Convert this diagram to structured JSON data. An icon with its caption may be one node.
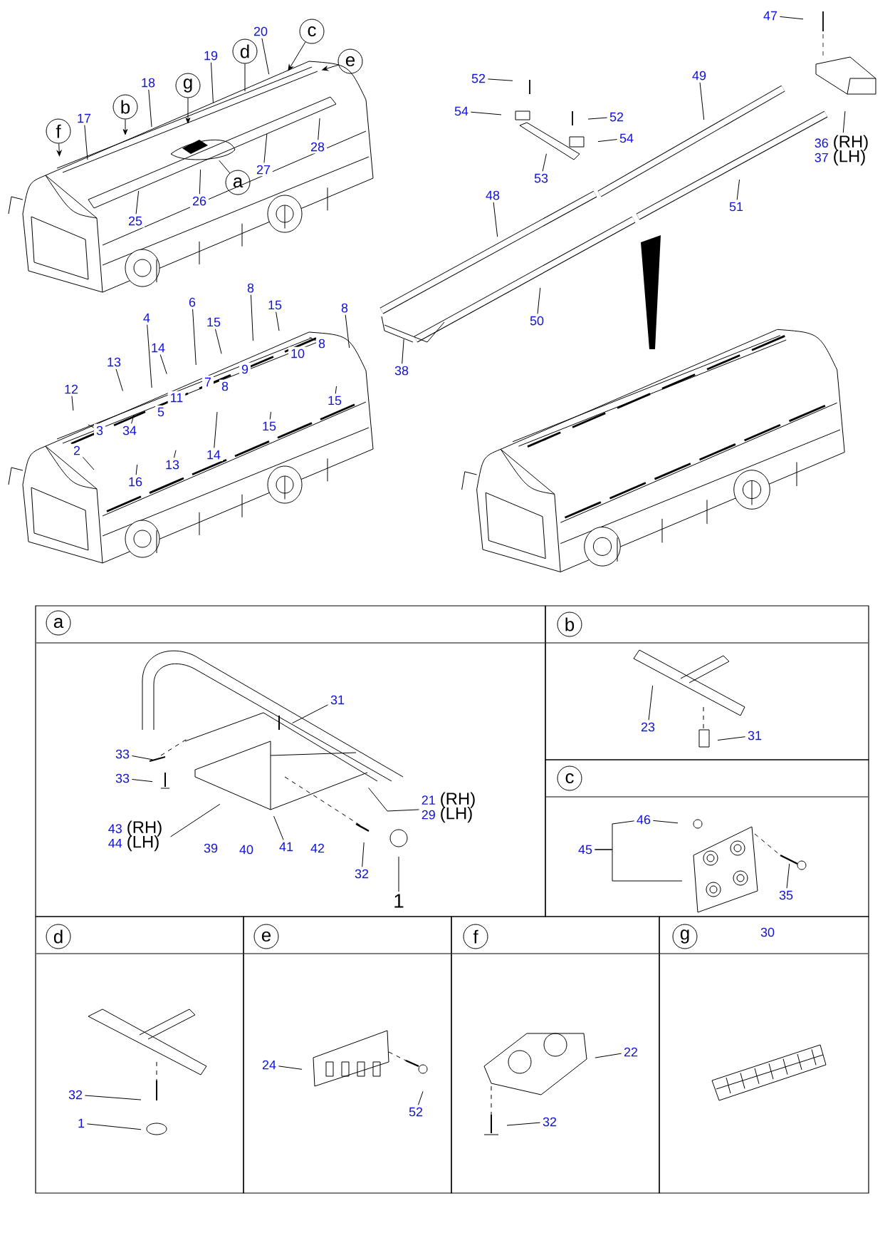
{
  "diagram": {
    "nodes": [
      {
        "text": [
          "f"
        ]
      },
      {
        "text": [
          "17"
        ]
      },
      {
        "text": [
          "b"
        ]
      },
      {
        "text": [
          "18"
        ]
      },
      {
        "text": [
          "g"
        ]
      },
      {
        "text": [
          "19"
        ]
      },
      {
        "text": [
          "d"
        ]
      },
      {
        "text": [
          "20"
        ]
      },
      {
        "text": [
          "c"
        ]
      },
      {
        "text": [
          "e"
        ]
      },
      {
        "text": [
          "25"
        ]
      },
      {
        "text": [
          "26"
        ]
      },
      {
        "text": [
          "a"
        ]
      },
      {
        "text": [
          "27"
        ]
      },
      {
        "text": [
          "28"
        ]
      },
      {
        "text": [
          "47"
        ]
      },
      {
        "text": [
          "52"
        ]
      },
      {
        "text": [
          "54"
        ]
      },
      {
        "text": [
          "52"
        ]
      },
      {
        "text": [
          "54"
        ]
      },
      {
        "text": [
          "53"
        ]
      },
      {
        "text": [
          "49"
        ]
      },
      {
        "text": [
          "48"
        ]
      },
      {
        "text": [
          "50"
        ]
      },
      {
        "text": [
          "51"
        ]
      },
      {
        "text": [
          "36",
          "(RH)",
          "37",
          "(LH)"
        ]
      },
      {
        "text": [
          "38"
        ]
      },
      {
        "text": [
          "4"
        ]
      },
      {
        "text": [
          "6"
        ]
      },
      {
        "text": [
          "8"
        ]
      },
      {
        "text": [
          "15"
        ]
      },
      {
        "text": [
          "8"
        ]
      },
      {
        "text": [
          "13"
        ]
      },
      {
        "text": [
          "14"
        ]
      },
      {
        "text": [
          "15"
        ]
      },
      {
        "text": [
          "12"
        ]
      },
      {
        "text": [
          "8"
        ]
      },
      {
        "text": [
          "34"
        ]
      },
      {
        "text": [
          "3"
        ]
      },
      {
        "text": [
          "2"
        ]
      },
      {
        "text": [
          "15"
        ]
      },
      {
        "text": [
          "15"
        ]
      },
      {
        "text": [
          "16"
        ]
      },
      {
        "text": [
          "13"
        ]
      },
      {
        "text": [
          "14"
        ]
      },
      {
        "text": [],
        "shape": "box"
      },
      {
        "text": [
          "a"
        ],
        "in": 45
      },
      {
        "text": [
          "31"
        ],
        "in": 45
      },
      {
        "text": [
          "33"
        ],
        "in": 45
      },
      {
        "text": [
          "33"
        ],
        "in": 45
      },
      {
        "text": [
          "43",
          "(RH)",
          "44",
          "(LH)"
        ],
        "in": 45
      },
      {
        "text": [
          "41"
        ],
        "in": 45
      },
      {
        "text": [
          "21",
          "(RH)",
          "29",
          "(LH)"
        ],
        "in": 45
      },
      {
        "text": [
          "32"
        ],
        "in": 45
      },
      {
        "text": [
          "1"
        ],
        "in": 45
      },
      {
        "text": [],
        "shape": "box"
      },
      {
        "text": [
          "b"
        ],
        "in": 55
      },
      {
        "text": [
          "23"
        ],
        "in": 55
      },
      {
        "text": [
          "31"
        ],
        "in": 55
      },
      {
        "text": [],
        "shape": "box"
      },
      {
        "text": [
          "c"
        ],
        "in": 59
      },
      {
        "text": [
          "45"
        ],
        "in": 59
      },
      {
        "text": [
          "46"
        ],
        "in": 59
      },
      {
        "text": [
          "35"
        ],
        "in": 59
      },
      {
        "text": [],
        "shape": "box"
      },
      {
        "text": [
          "d"
        ],
        "in": 64
      },
      {
        "text": [
          "32"
        ],
        "in": 64
      },
      {
        "text": [
          "1"
        ],
        "in": 64
      },
      {
        "text": [],
        "shape": "box"
      },
      {
        "text": [
          "e"
        ],
        "in": 68
      },
      {
        "text": [
          "24"
        ],
        "in": 68
      },
      {
        "text": [
          "52"
        ],
        "in": 68
      },
      {
        "text": [],
        "shape": "box"
      },
      {
        "text": [
          "f"
        ],
        "in": 72
      },
      {
        "text": [
          "22"
        ],
        "in": 72
      },
      {
        "text": [
          "32"
        ],
        "in": 72
      },
      {
        "text": [],
        "shape": "box"
      },
      {
        "text": [
          "g"
        ],
        "in": 76
      }
    ],
    "edges": [
      {
        "from": 0,
        "to": null,
        "arrow": "to"
      },
      {
        "from": 1,
        "to": null,
        "arrow": "none"
      },
      {
        "from": 2,
        "to": null,
        "arrow": "to"
      },
      {
        "from": 3,
        "to": null,
        "arrow": "none"
      },
      {
        "from": 4,
        "to": null,
        "arrow": "to"
      },
      {
        "from": 5,
        "to": null,
        "arrow": "none"
      },
      {
        "from": 6,
        "to": null,
        "arrow": "none"
      },
      {
        "from": 7,
        "to": null,
        "arrow": "none"
      },
      {
        "from": 8,
        "to": null,
        "arrow": "to"
      },
      {
        "from": 9,
        "to": null,
        "arrow": "to"
      },
      {
        "from": 10,
        "to": null,
        "arrow": "none"
      },
      {
        "from": 11,
        "to": null,
        "arrow": "none"
      },
      {
        "from": 12,
        "to": null,
        "arrow": "none"
      },
      {
        "from": 13,
        "to": null,
        "arrow": "none"
      },
      {
        "from": 14,
        "to": null,
        "arrow": "none"
      },
      {
        "from": 15,
        "to": null,
        "arrow": "none"
      },
      {
        "from": 16,
        "to": null,
        "arrow": "none"
      },
      {
        "from": 17,
        "to": null,
        "arrow": "none"
      },
      {
        "from": 18,
        "to": null,
        "arrow": "none"
      },
      {
        "from": 19,
        "to": null,
        "arrow": "none"
      },
      {
        "from": 20,
        "to": null,
        "arrow": "none"
      },
      {
        "from": 21,
        "to": null,
        "arrow": "none"
      },
      {
        "from": 22,
        "to": null,
        "arrow": "none"
      },
      {
        "from": 23,
        "to": null,
        "arrow": "none"
      },
      {
        "from": 24,
        "to": null,
        "arrow": "none"
      },
      {
        "from": 25,
        "to": null,
        "arrow": "none"
      },
      {
        "from": 26,
        "to": null,
        "arrow": "none"
      },
      {
        "from": 27,
        "to": null,
        "arrow": "none"
      },
      {
        "from": 28,
        "to": null,
        "arrow": "none"
      },
      {
        "from": 29,
        "to": null,
        "arrow": "none"
      },
      {
        "from": 30,
        "to": null,
        "arrow": "none"
      },
      {
        "from": 31,
        "to": null,
        "arrow": "none"
      },
      {
        "from": 32,
        "to": null,
        "arrow": "none"
      },
      {
        "from": 33,
        "to": null,
        "arrow": "none"
      },
      {
        "from": 34,
        "to": null,
        "arrow": "none"
      },
      {
        "from": 35,
        "to": null,
        "arrow": "none"
      },
      {
        "from": 36,
        "to": null,
        "arrow": "none"
      },
      {
        "from": 37,
        "to": null,
        "arrow": "none"
      },
      {
        "from": 38,
        "to": null,
        "arrow": "none"
      },
      {
        "from": 39,
        "to": null,
        "arrow": "none"
      },
      {
        "from": 40,
        "to": null,
        "arrow": "none"
      },
      {
        "from": 41,
        "to": null,
        "arrow": "none"
      },
      {
        "from": 42,
        "to": null,
        "arrow": "none"
      },
      {
        "from": 43,
        "to": null,
        "arrow": "none"
      },
      {
        "from": 44,
        "to": null,
        "arrow": "none"
      },
      {
        "from": 47,
        "to": null,
        "arrow": "none"
      },
      {
        "from": 48,
        "to": null,
        "arrow": "none"
      },
      {
        "from": 49,
        "to": null,
        "arrow": "none"
      },
      {
        "from": 50,
        "to": null,
        "arrow": "none"
      },
      {
        "from": 51,
        "to": null,
        "arrow": "none"
      },
      {
        "from": 52,
        "to": null,
        "arrow": "none"
      },
      {
        "from": 53,
        "to": null,
        "arrow": "none"
      },
      {
        "from": 54,
        "to": null,
        "arrow": "none"
      },
      {
        "from": 57,
        "to": null,
        "arrow": "none"
      },
      {
        "from": 58,
        "to": null,
        "arrow": "none"
      },
      {
        "from": 61,
        "to": 62,
        "arrow": "none"
      },
      {
        "from": 61,
        "to": null,
        "arrow": "none"
      },
      {
        "from": 62,
        "to": null,
        "arrow": "none"
      },
      {
        "from": 63,
        "to": null,
        "arrow": "none"
      },
      {
        "from": 66,
        "to": null,
        "arrow": "none"
      },
      {
        "from": 67,
        "to": null,
        "arrow": "none"
      },
      {
        "from": 70,
        "to": null,
        "arrow": "none"
      },
      {
        "from": 71,
        "to": null,
        "arrow": "none"
      },
      {
        "from": 74,
        "to": null,
        "arrow": "none"
      },
      {
        "from": 75,
        "to": null,
        "arrow": "none"
      }
    ],
    "labels": [
      "11",
      "7",
      "9",
      "8",
      "10",
      "5",
      "39",
      "40",
      "42",
      "30"
    ]
  }
}
